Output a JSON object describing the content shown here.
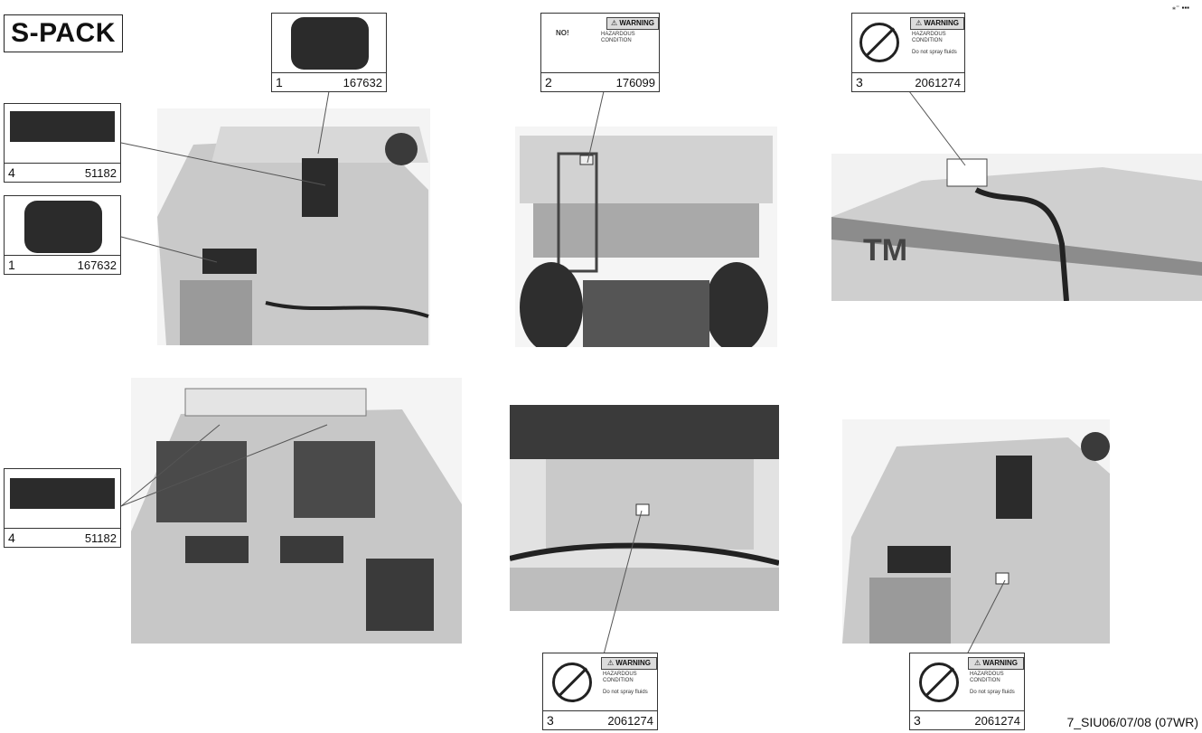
{
  "title": "S-PACK",
  "corner_mark": "⁎⁼ ▪▪▪",
  "footer": "7_SIU06/07/08 (07WR)",
  "labels": [
    {
      "num": "1",
      "part": "167632"
    },
    {
      "num": "2",
      "part": "176099"
    },
    {
      "num": "3",
      "part": "2061274"
    },
    {
      "num": "4",
      "part": "51182"
    },
    {
      "num": "1",
      "part": "167632"
    },
    {
      "num": "4",
      "part": "51182"
    },
    {
      "num": "3",
      "part": "2061274"
    },
    {
      "num": "3",
      "part": "2061274"
    }
  ],
  "warning": {
    "header": "⚠ WARNING",
    "condition": "HAZARDOUS CONDITION",
    "spray": "Do not spray fluids",
    "no_text": "NO!"
  },
  "photo_text": {
    "tm": "TM"
  }
}
